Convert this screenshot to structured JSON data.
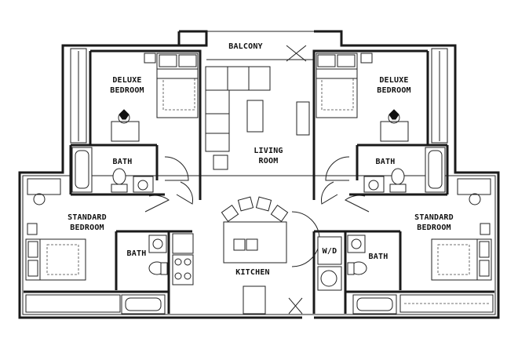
{
  "rooms": {
    "balcony": "BALCONY",
    "deluxe_left_l1": "DELUXE",
    "deluxe_left_l2": "BEDROOM",
    "deluxe_right_l1": "DELUXE",
    "deluxe_right_l2": "BEDROOM",
    "bath_top_left": "BATH",
    "bath_top_right": "BATH",
    "living_l1": "LIVING",
    "living_l2": "ROOM",
    "standard_left_l1": "STANDARD",
    "standard_left_l2": "BEDROOM",
    "standard_right_l1": "STANDARD",
    "standard_right_l2": "BEDROOM",
    "bath_bottom_left": "BATH",
    "bath_bottom_right": "BATH",
    "kitchen": "KITCHEN",
    "washer_dryer": "W/D"
  },
  "colors": {
    "wall": "#1a1a1a",
    "background": "#ffffff"
  }
}
